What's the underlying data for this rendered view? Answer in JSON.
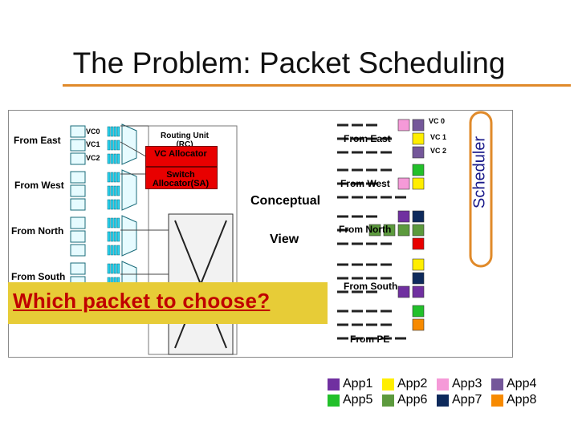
{
  "title": "The Problem: Packet Scheduling",
  "router": {
    "inputs": [
      "From East",
      "From West",
      "From North",
      "From South"
    ],
    "vcs": [
      "VC0",
      "VC1",
      "VC2"
    ],
    "routing_unit": "Routing Unit (RC)",
    "vc_allocator": "VC Allocator",
    "switch_allocator": "Switch Allocator(SA)"
  },
  "conceptual": "Conceptual",
  "view": "View",
  "question": "Which packet to choose?",
  "scheduler": "Scheduler",
  "ports": [
    "From East",
    "From West",
    "From North",
    "From South",
    "From PE"
  ],
  "vc_labels": [
    "VC 0",
    "VC 1",
    "VC 2"
  ],
  "legend": [
    {
      "label": "App1",
      "color": "#7030a0"
    },
    {
      "label": "App2",
      "color": "#ffee00"
    },
    {
      "label": "App3",
      "color": "#f59ad8"
    },
    {
      "label": "App4",
      "color": "#74579a"
    },
    {
      "label": "App5",
      "color": "#22c02a"
    },
    {
      "label": "App6",
      "color": "#5c9a3d"
    },
    {
      "label": "App7",
      "color": "#0e2a5c"
    },
    {
      "label": "App8",
      "color": "#f78a00"
    }
  ],
  "queue_rows": [
    {
      "port": 0,
      "vc": 0,
      "packets": [
        "#f59ad8",
        "#74579a"
      ]
    },
    {
      "port": 0,
      "vc": 1,
      "packets": [
        "#ffee00"
      ]
    },
    {
      "port": 0,
      "vc": 2,
      "packets": [
        "#74579a"
      ]
    },
    {
      "port": 1,
      "vc": 0,
      "packets": [
        "#22c02a"
      ]
    },
    {
      "port": 1,
      "vc": 1,
      "packets": [
        "#f59ad8",
        "#ffee00"
      ]
    },
    {
      "port": 1,
      "vc": 2,
      "packets": []
    },
    {
      "port": 2,
      "vc": 0,
      "packets": [
        "#7030a0",
        "#0e2a5c"
      ]
    },
    {
      "port": 2,
      "vc": 1,
      "packets": [
        "#5c9a3d",
        "#5c9a3d",
        "#5c9a3d",
        "#5c9a3d"
      ]
    },
    {
      "port": 2,
      "vc": 2,
      "packets": [
        "#e80000"
      ]
    },
    {
      "port": 3,
      "vc": 0,
      "packets": [
        "#ffee00"
      ]
    },
    {
      "port": 3,
      "vc": 1,
      "packets": [
        "#0e2a5c"
      ]
    },
    {
      "port": 3,
      "vc": 2,
      "packets": [
        "#7030a0",
        "#7030a0"
      ]
    },
    {
      "port": 4,
      "vc": 0,
      "packets": [
        "#22c02a"
      ]
    },
    {
      "port": 4,
      "vc": 1,
      "packets": [
        "#f78a00"
      ]
    },
    {
      "port": 4,
      "vc": 2,
      "packets": []
    }
  ]
}
